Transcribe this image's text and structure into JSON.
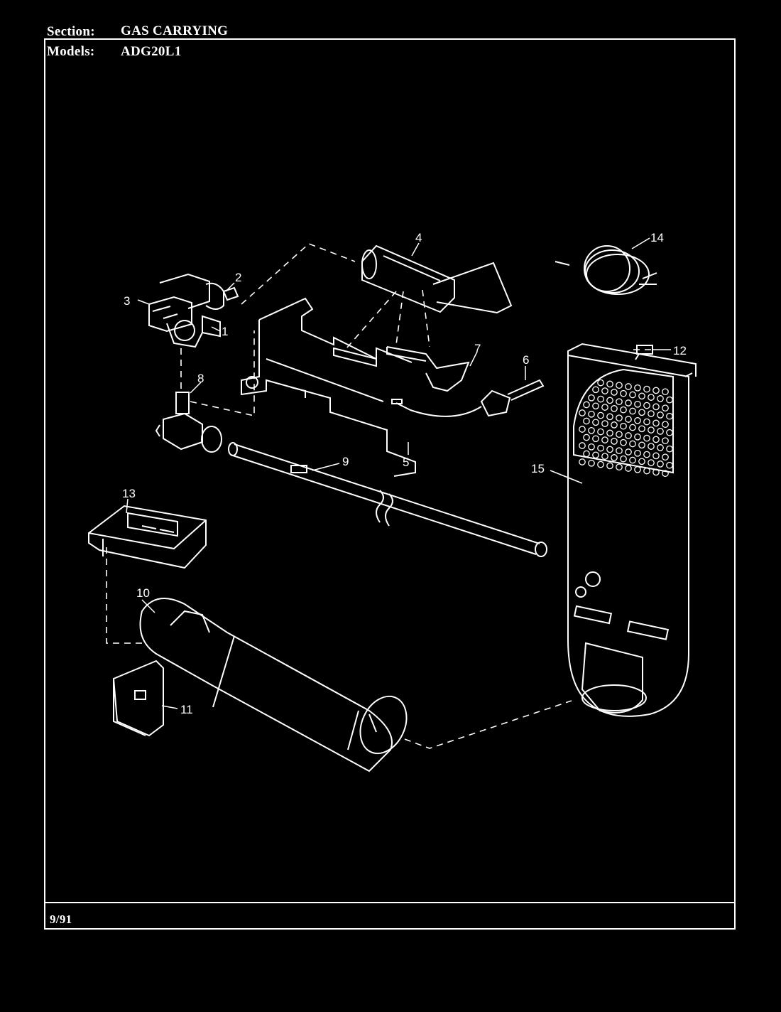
{
  "header": {
    "section_label": "Section:",
    "section_value": "GAS CARRYING",
    "models_label": "Models:",
    "models_value": "ADG20L1"
  },
  "footer": {
    "date": "9/91"
  },
  "diagram": {
    "callouts": [
      "1",
      "2",
      "3",
      "4",
      "5",
      "6",
      "7",
      "8",
      "9",
      "10",
      "11",
      "12",
      "13",
      "14",
      "15"
    ]
  },
  "colors": {
    "background": "#000000",
    "ink": "#ffffff"
  }
}
